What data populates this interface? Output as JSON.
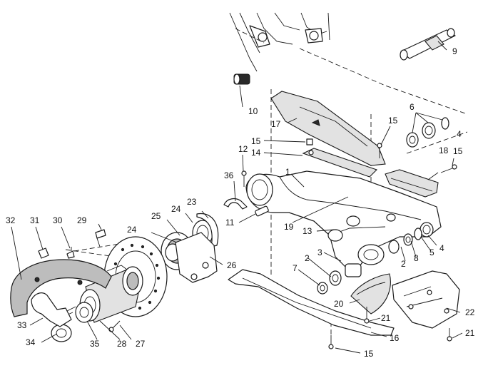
{
  "callouts": [
    {
      "id": "c1",
      "text": "1"
    },
    {
      "id": "c2a",
      "text": "2"
    },
    {
      "id": "c2b",
      "text": "2"
    },
    {
      "id": "c3",
      "text": "3"
    },
    {
      "id": "c4a",
      "text": "4"
    },
    {
      "id": "c4b",
      "text": "4"
    },
    {
      "id": "c5",
      "text": "5"
    },
    {
      "id": "c6",
      "text": "6"
    },
    {
      "id": "c7",
      "text": "7"
    },
    {
      "id": "c8",
      "text": "8"
    },
    {
      "id": "c9",
      "text": "9"
    },
    {
      "id": "c10",
      "text": "10"
    },
    {
      "id": "c11",
      "text": "11"
    },
    {
      "id": "c12",
      "text": "12"
    },
    {
      "id": "c13",
      "text": "13"
    },
    {
      "id": "c14",
      "text": "14"
    },
    {
      "id": "c15a",
      "text": "15"
    },
    {
      "id": "c15b",
      "text": "15"
    },
    {
      "id": "c15c",
      "text": "15"
    },
    {
      "id": "c15d",
      "text": "15"
    },
    {
      "id": "c16",
      "text": "16"
    },
    {
      "id": "c17",
      "text": "17"
    },
    {
      "id": "c18",
      "text": "18"
    },
    {
      "id": "c19",
      "text": "19"
    },
    {
      "id": "c20",
      "text": "20"
    },
    {
      "id": "c21a",
      "text": "21"
    },
    {
      "id": "c21b",
      "text": "21"
    },
    {
      "id": "c22",
      "text": "22"
    },
    {
      "id": "c23",
      "text": "23"
    },
    {
      "id": "c24a",
      "text": "24"
    },
    {
      "id": "c24b",
      "text": "24"
    },
    {
      "id": "c25",
      "text": "25"
    },
    {
      "id": "c26",
      "text": "26"
    },
    {
      "id": "c27",
      "text": "27"
    },
    {
      "id": "c28",
      "text": "28"
    },
    {
      "id": "c29",
      "text": "29"
    },
    {
      "id": "c30",
      "text": "30"
    },
    {
      "id": "c31",
      "text": "31"
    },
    {
      "id": "c32",
      "text": "32"
    },
    {
      "id": "c33",
      "text": "33"
    },
    {
      "id": "c34",
      "text": "34"
    },
    {
      "id": "c35",
      "text": "35"
    },
    {
      "id": "c36",
      "text": "36"
    }
  ]
}
